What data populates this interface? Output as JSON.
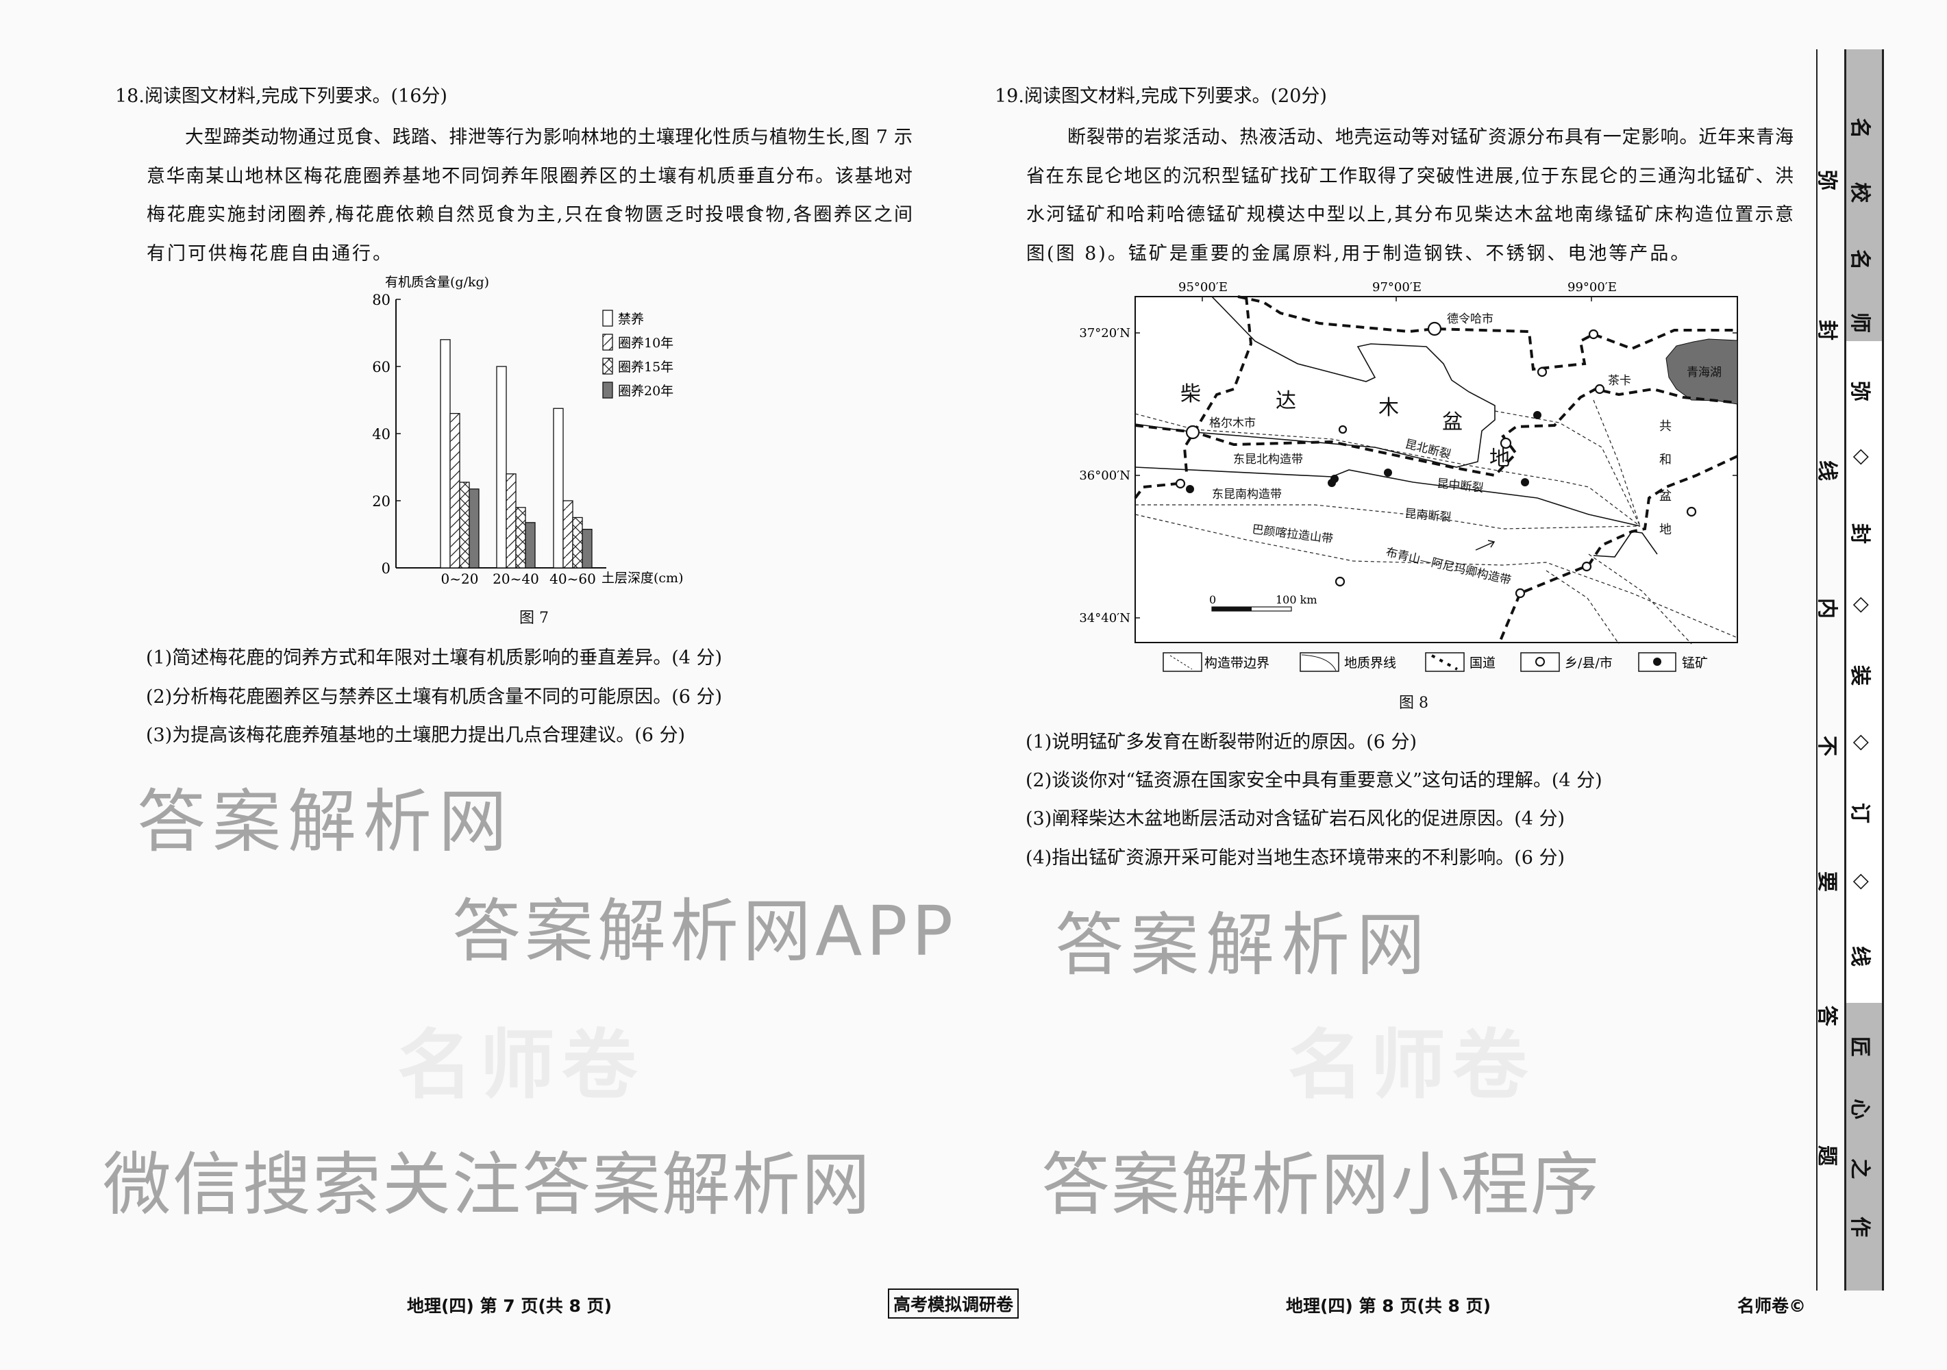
{
  "q18": {
    "heading": "18.阅读图文材料,完成下列要求。(16分)",
    "paragraph": [
      "大型蹄类动物通过觅食、践踏、排泄等行为影响林地的土壤理化性质与植物生长,图 7 示",
      "意华南某山地林区梅花鹿圈养基地不同饲养年限圈养区的土壤有机质垂直分布。该基地对",
      "梅花鹿实施封闭圈养,梅花鹿依赖自然觅食为主,只在食物匮乏时投喂食物,各圈养区之间",
      "有门可供梅花鹿自由通行。"
    ],
    "figure_caption": "图 7",
    "questions": [
      "(1)简述梅花鹿的饲养方式和年限对土壤有机质影响的垂直差异。(4 分)",
      "(2)分析梅花鹿圈养区与禁养区土壤有机质含量不同的可能原因。(6 分)",
      "(3)为提高该梅花鹿养殖基地的土壤肥力提出几点合理建议。(6 分)"
    ]
  },
  "chart_data": {
    "type": "bar",
    "title": "",
    "ylabel": "有机质含量(g/kg)",
    "xlabel": "土层深度(cm)",
    "categories": [
      "0~20",
      "20~40",
      "40~60"
    ],
    "ylim": [
      0,
      80
    ],
    "yticks": [
      "0",
      "20",
      "40",
      "60",
      "80"
    ],
    "legend_position": "top-right",
    "series": [
      {
        "name": "禁养",
        "pattern": "empty",
        "values": [
          68,
          60,
          47.5
        ]
      },
      {
        "name": "圈养10年",
        "pattern": "diagonal",
        "values": [
          46,
          28,
          20
        ]
      },
      {
        "name": "圈养15年",
        "pattern": "cross",
        "values": [
          25.5,
          18,
          15
        ]
      },
      {
        "name": "圈养20年",
        "pattern": "gray",
        "values": [
          23.5,
          13.5,
          11.5
        ]
      }
    ]
  },
  "q19": {
    "heading": "19.阅读图文材料,完成下列要求。(20分)",
    "paragraph": [
      "断裂带的岩浆活动、热液活动、地壳运动等对锰矿资源分布具有一定影响。近年来青海",
      "省在东昆仑地区的沉积型锰矿找矿工作取得了突破性进展,位于东昆仑的三通沟北锰矿、洪",
      "水河锰矿和哈莉哈德锰矿规模达中型以上,其分布见柴达木盆地南缘锰矿床构造位置示意",
      "图(图 8)。锰矿是重要的金属原料,用于制造钢铁、不锈钢、电池等产品。"
    ],
    "figure_caption": "图 8",
    "questions": [
      "(1)说明锰矿多发育在断裂带附近的原因。(6 分)",
      "(2)谈谈你对“锰资源在国家安全中具有重要意义”这句话的理解。(4 分)",
      "(3)阐释柴达木盆地断层活动对含锰矿岩石风化的促进原因。(4 分)",
      "(4)指出锰矿资源开采可能对当地生态环境带来的不利影响。(6 分)"
    ]
  },
  "map": {
    "lon_labels": [
      "95°00′E",
      "97°00′E",
      "99°00′E"
    ],
    "lat_labels": [
      "37°20′N",
      "36°00′N",
      "34°40′N"
    ],
    "basin_chars": [
      "柴",
      "达",
      "木",
      "盆",
      "地"
    ],
    "gonghe_chars": [
      "共",
      "和",
      "盆",
      "地"
    ],
    "places": {
      "delingha": "德令哈市",
      "chaka": "茶卡",
      "qinghai_lake": "青海湖",
      "golmud": "格尔木市"
    },
    "structures": {
      "kunbei_fault": "昆北断裂",
      "dongkunbei_belt": "东昆北构造带",
      "kunzhong_fault": "昆中断裂",
      "dongkunnan_belt": "东昆南构造带",
      "kunnan_fault": "昆南断裂",
      "bayan_har": "巴颜喀拉造山带",
      "buqing": "布青山—阿尼玛卿构造带"
    },
    "scale": {
      "zero": "0",
      "distance": "100 km"
    },
    "legend": [
      "构造带边界",
      "地质界线",
      "国道",
      "乡/县/市",
      "锰矿"
    ],
    "colors": {
      "lake": "#6f6f6f"
    }
  },
  "footer": {
    "left": "地理(四)  第 7 页(共 8 页)",
    "center": "高考模拟调研卷",
    "right": "地理(四)  第 8 页(共 8 页)",
    "brand": "名师卷©"
  },
  "sidebar": {
    "outer": [
      "弥",
      "封",
      "线",
      "内",
      "不",
      "要",
      "答",
      "题"
    ],
    "top": [
      "名",
      "校",
      "名",
      "师"
    ],
    "middle": [
      "弥",
      "◇",
      "封",
      "◇",
      "装",
      "◇",
      "订",
      "◇",
      "线"
    ],
    "bottom": [
      "匠",
      "心",
      "之",
      "作"
    ]
  },
  "watermarks": [
    "答案解析网",
    "答案解析网APP",
    "答案解析网",
    "微信搜索关注答案解析网",
    "答案解析网小程序"
  ],
  "logos": [
    "名师卷",
    "名师卷"
  ]
}
